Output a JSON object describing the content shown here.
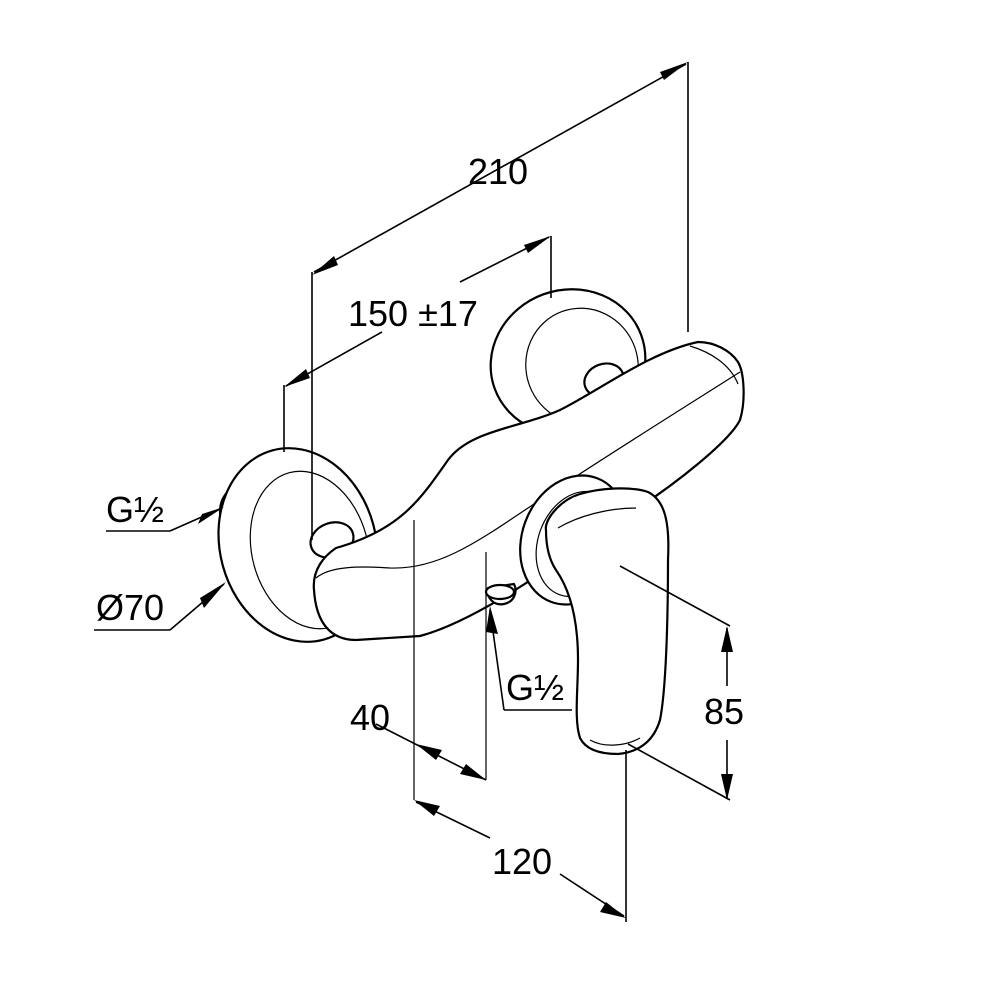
{
  "dimensions": {
    "overall_width": "210",
    "center_distance": "150 ±17",
    "inlet_thread": "G½",
    "rosette_diameter": "Ø70",
    "outlet_thread": "G½",
    "outlet_offset": "40",
    "projection": "120",
    "lever_height": "85"
  }
}
